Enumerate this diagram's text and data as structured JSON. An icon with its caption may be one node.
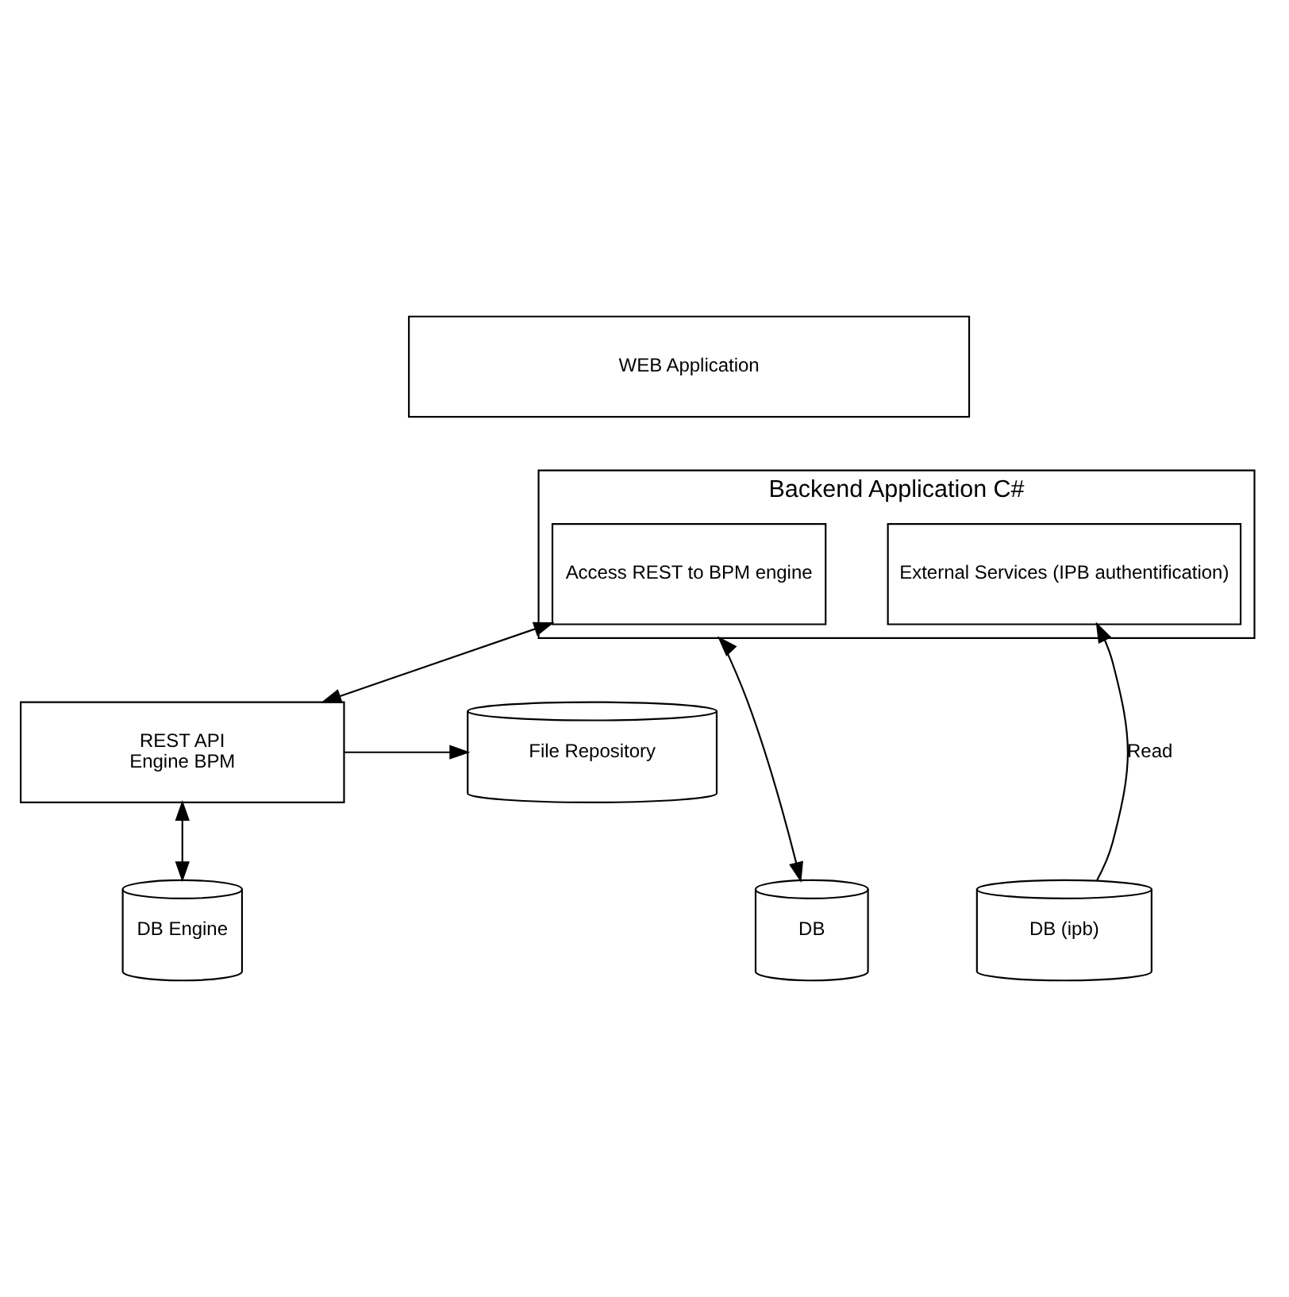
{
  "diagram": {
    "nodes": [
      {
        "text": [
          "WEB Application"
        ]
      },
      {
        "text": [
          "Backend Application C#"
        ]
      },
      {
        "text": [
          "Access REST to BPM engine"
        ],
        "in": 1
      },
      {
        "text": [
          "External Services (IPB authentification)"
        ],
        "in": 1
      },
      {
        "text": [
          "REST API",
          "Engine BPM"
        ]
      },
      {
        "text": [
          "File Repository"
        ]
      },
      {
        "text": [
          "DB Engine"
        ]
      },
      {
        "text": [
          "DB"
        ]
      },
      {
        "text": [
          "DB (ipb)"
        ]
      }
    ],
    "edges": [
      {
        "from": 2,
        "to": 4,
        "arrow": "both"
      },
      {
        "from": 4,
        "to": 5,
        "arrow": "to"
      },
      {
        "from": 4,
        "to": 6,
        "arrow": "both"
      },
      {
        "from": 1,
        "to": 7,
        "arrow": "both"
      },
      {
        "from": 8,
        "to": 3,
        "arrow": "to",
        "label": "Read"
      }
    ]
  }
}
